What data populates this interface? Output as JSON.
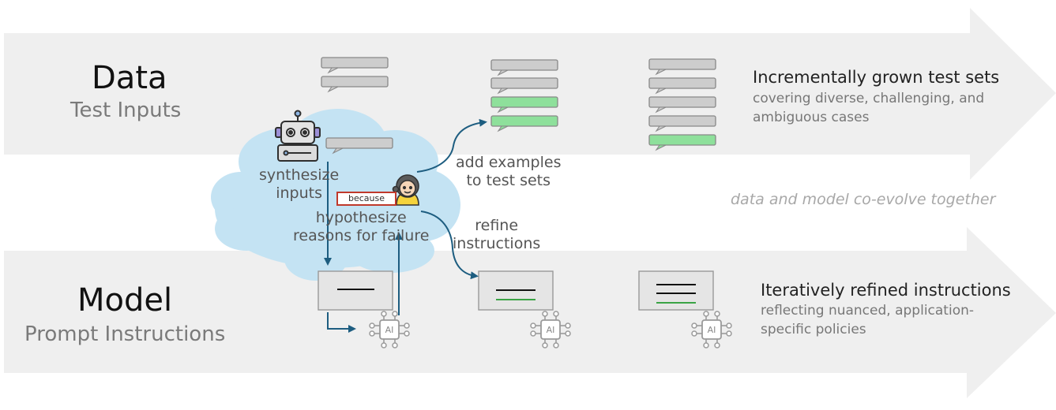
{
  "data_row": {
    "title": "Data",
    "subtitle": "Test Inputs"
  },
  "model_row": {
    "title": "Model",
    "subtitle": "Prompt Instructions"
  },
  "steps": {
    "synthesize": "synthesize\ninputs",
    "hypothesize": "hypothesize\nreasons for failure",
    "add_examples": "add examples\nto test sets",
    "refine": "refine\ninstructions"
  },
  "because_tag": "because",
  "ai_chip_label": "AI",
  "test_sets": {
    "heading": "Incrementally grown test sets",
    "detail": "covering diverse, challenging, and\nambiguous cases"
  },
  "instructions": {
    "heading": "Iteratively refined instructions",
    "detail": "reflecting nuanced, application-\nspecific policies"
  },
  "coevolve_note": "data and model co-evolve together",
  "colors": {
    "band": "#efefef",
    "cloud": "#c4e3f3",
    "bubble_gray": "#cdcdcd",
    "bubble_green": "#8ee09b",
    "arrow_blue": "#1d5d80",
    "green_line": "#3aa345"
  }
}
